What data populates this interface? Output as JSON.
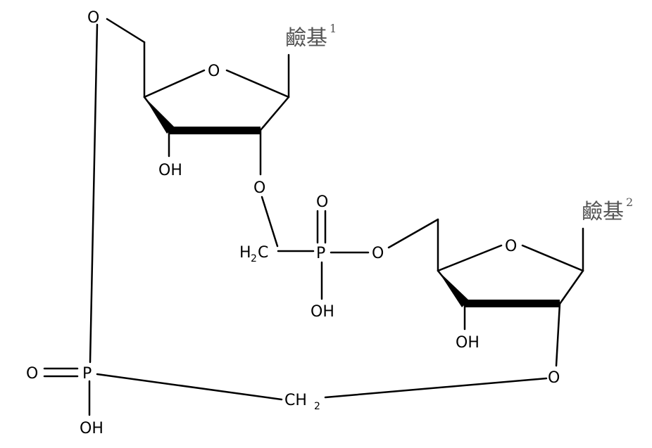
{
  "labels": {
    "o_top": "O",
    "ring1_o": "O",
    "ring1_oh": "OH",
    "o_link1": "O",
    "p1_o_double": "O",
    "p1": "P",
    "p1_oh": "OH",
    "o_link2": "O",
    "ring2_o": "O",
    "ring2_oh": "OH",
    "o_link3": "O",
    "p2_o_double": "O",
    "p2": "P",
    "p2_oh": "OH",
    "h": "H",
    "c": "C",
    "h2_sub": "2",
    "ch2_bottom": "CH",
    "base1": "鹼基",
    "base1_sup": "1",
    "base2": "鹼基",
    "base2_sup": "2"
  }
}
